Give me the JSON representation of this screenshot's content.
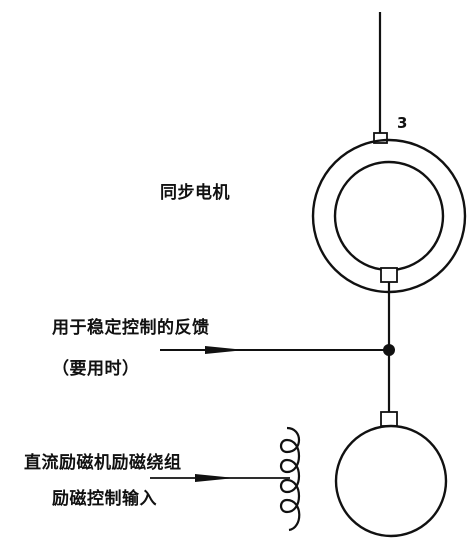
{
  "labels": {
    "terminal_number": "3",
    "synchronous_motor": "同步电机",
    "feedback_line1": "用于稳定控制的反馈",
    "feedback_line2": "（要用时）",
    "exciter_winding": "直流励磁机励磁绕组",
    "excitation_input": "励磁控制输入"
  },
  "colors": {
    "line": "#111111",
    "background": "#ffffff"
  }
}
